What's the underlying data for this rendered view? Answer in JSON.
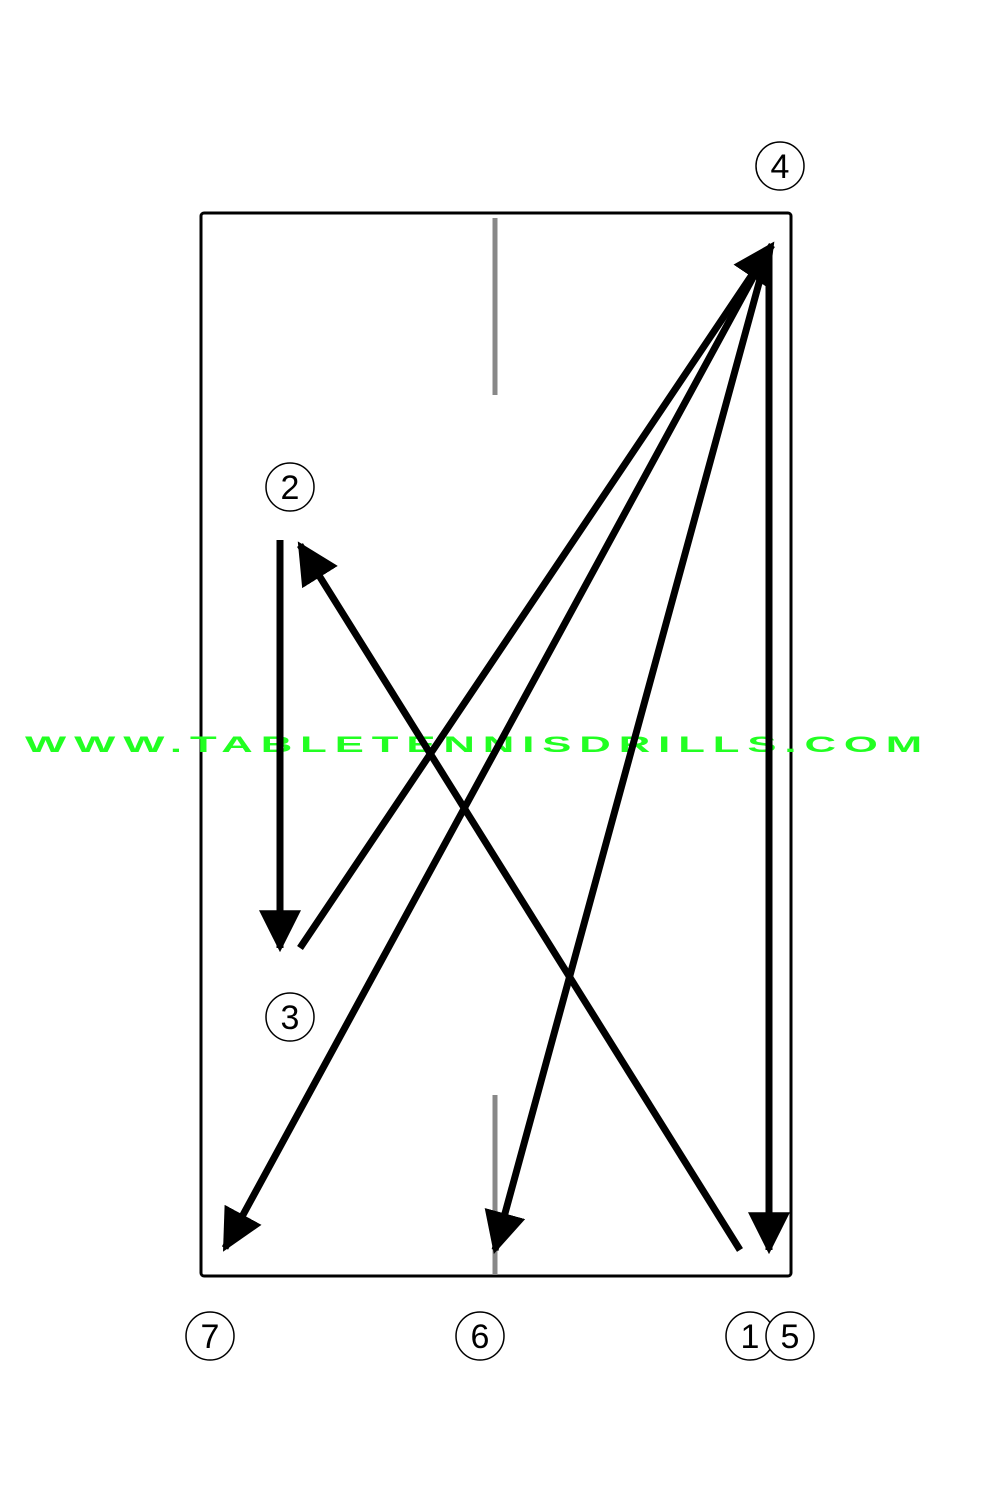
{
  "watermark": {
    "text": "WWW.TABLETENNISDRILLS.COM",
    "color": "#22ff22"
  },
  "colors": {
    "stroke": "#000000",
    "net": "#888888",
    "table_border": "#000000"
  },
  "markers": [
    {
      "id": "m2",
      "label": "2"
    },
    {
      "id": "m3",
      "label": "3"
    },
    {
      "id": "m4",
      "label": "4"
    },
    {
      "id": "m7",
      "label": "7"
    },
    {
      "id": "m6",
      "label": "6"
    },
    {
      "id": "m1",
      "label": "1"
    },
    {
      "id": "m5",
      "label": "5"
    }
  ]
}
